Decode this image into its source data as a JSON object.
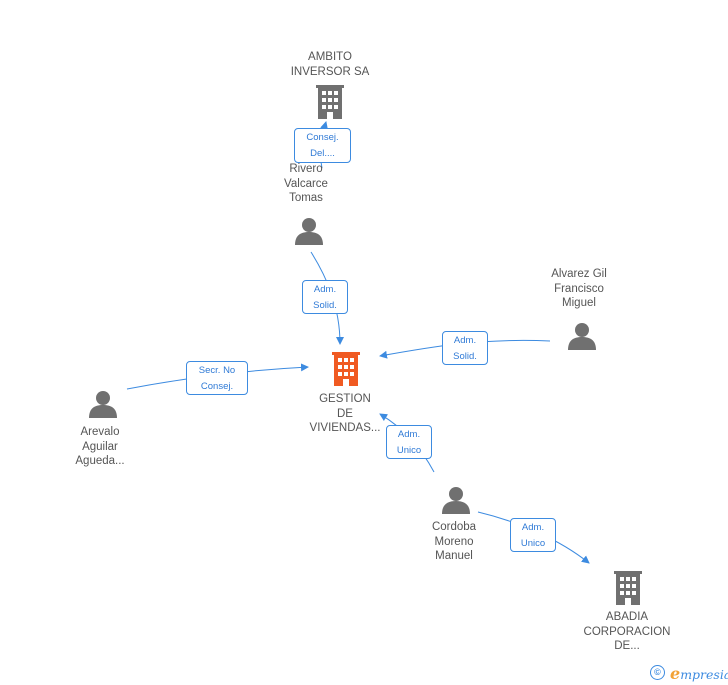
{
  "colors": {
    "edge": "#3d8be0",
    "person": "#707070",
    "company": "#707070",
    "company_focus": "#f05a22",
    "role_text": "#2f7ad6",
    "label_text": "#555555"
  },
  "nodes": {
    "ambito": {
      "label": "AMBITO\nINVERSOR SA",
      "icon": "building-icon"
    },
    "rivero": {
      "label": "Rivero\nValcarce\nTomas",
      "icon": "person-icon"
    },
    "alvarez": {
      "label": "Alvarez Gil\nFrancisco\nMiguel",
      "icon": "person-icon"
    },
    "gestion": {
      "label": "GESTION\nDE\nVIVIENDAS...",
      "icon": "building-icon"
    },
    "arevalo": {
      "label": "Arevalo\nAguilar\nAgueda...",
      "icon": "person-icon"
    },
    "cordoba": {
      "label": "Cordoba\nMoreno\nManuel",
      "icon": "person-icon"
    },
    "abadia": {
      "label": "ABADIA\nCORPORACION\nDE...",
      "icon": "building-icon"
    }
  },
  "roles": {
    "ambito_rivero": "Consej.\nDel....",
    "rivero_gestion": "Adm.\nSolid.",
    "alvarez_gestion": "Adm.\nSolid.",
    "arevalo_gestion": "Secr.  No\nConsej.",
    "cordoba_gestion": "Adm.\nUnico",
    "cordoba_abadia": "Adm.\nUnico"
  },
  "footer": {
    "copyright_symbol": "©",
    "brand_initial": "e",
    "brand_rest": "mpresia"
  }
}
